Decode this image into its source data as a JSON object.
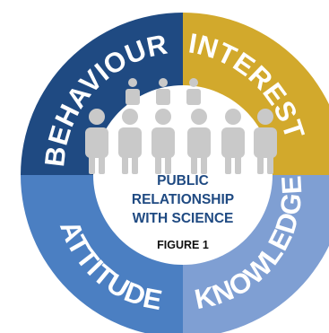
{
  "diagram": {
    "segments": [
      {
        "id": "behaviour",
        "label": "BEHAVIOUR",
        "color": "#1f4a82"
      },
      {
        "id": "interest",
        "label": "INTEREST",
        "color": "#d2a92c"
      },
      {
        "id": "knowledge",
        "label": "KNOWLEDGE",
        "color": "#7f9fd3"
      },
      {
        "id": "attitude",
        "label": "ATTITUDE",
        "color": "#4b7fc2"
      }
    ],
    "center": {
      "title_lines": [
        "PUBLIC",
        "RELATIONSHIP",
        "WITH SCIENCE"
      ],
      "figure_label": "FIGURE 1"
    },
    "icons": {
      "people": "person-icon",
      "people_color": "#c9c9c9"
    }
  }
}
